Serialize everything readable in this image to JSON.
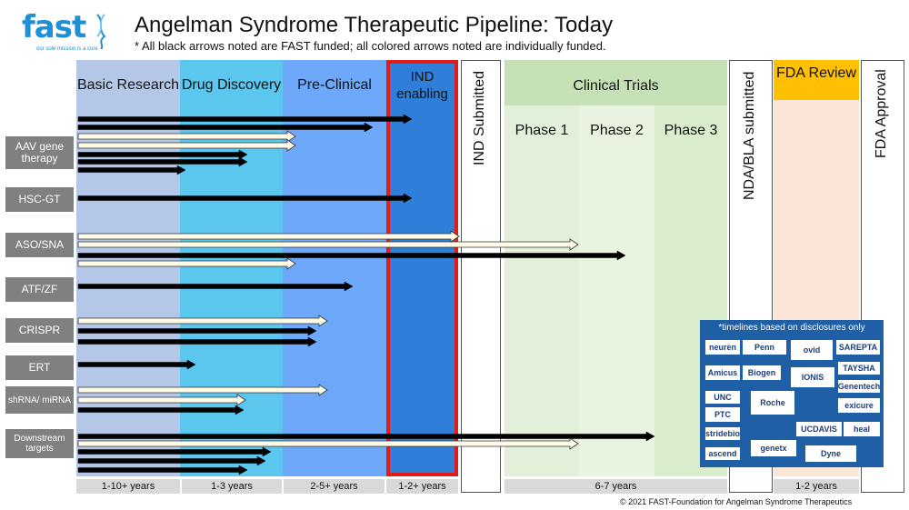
{
  "header": {
    "logo_text": "fast",
    "logo_tagline": "our sole mission is a cure",
    "title": "Angelman Syndrome Therapeutic Pipeline: Today",
    "subtitle": "* All black arrows noted are FAST funded; all colored arrows noted are individually funded."
  },
  "stages": {
    "basic_research": "Basic Research",
    "drug_discovery": "Drug Discovery",
    "pre_clinical": "Pre-Clinical",
    "ind_enabling": "IND enabling",
    "ind_submitted": "IND Submitted",
    "clinical_trials": "Clinical Trials",
    "phase1": "Phase 1",
    "phase2": "Phase 2",
    "phase3": "Phase 3",
    "nda_bla": "NDA/BLA submitted",
    "fda_review": "FDA Review",
    "fda_approval": "FDA Approval"
  },
  "durations": {
    "basic_research": "1-10+ years",
    "drug_discovery": "1-3 years",
    "pre_clinical": "2-5+ years",
    "ind_enabling": "1-2+ years",
    "clinical": "6-7 years",
    "fda_review": "1-2 years"
  },
  "therapies": [
    {
      "label": "AAV gene therapy",
      "arrows": [
        {
          "end": "ind_enabling",
          "fill": "black"
        },
        {
          "end": "ind_enabling_early",
          "fill": "black"
        },
        {
          "end": "pre_clinical_early",
          "fill": "light"
        },
        {
          "end": "pre_clinical_early",
          "fill": "light"
        },
        {
          "end": "drug_discovery",
          "fill": "black"
        },
        {
          "end": "drug_discovery",
          "fill": "black"
        },
        {
          "end": "basic_research",
          "fill": "black"
        }
      ]
    },
    {
      "label": "HSC-GT",
      "arrows": [
        {
          "end": "ind_enabling",
          "fill": "black"
        }
      ]
    },
    {
      "label": "ASO/SNA",
      "arrows": [
        {
          "end": "ind_submitted",
          "fill": "light"
        },
        {
          "end": "phase1",
          "fill": "light"
        },
        {
          "end": "phase1",
          "fill": "black"
        },
        {
          "end": "pre_clinical_early",
          "fill": "light"
        }
      ]
    },
    {
      "label": "ATF/ZF",
      "arrows": [
        {
          "end": "pre_clinical",
          "fill": "black"
        }
      ]
    },
    {
      "label": "CRISPR",
      "arrows": [
        {
          "end": "pre_clinical",
          "fill": "light"
        },
        {
          "end": "pre_clinical",
          "fill": "black"
        },
        {
          "end": "pre_clinical",
          "fill": "black"
        }
      ]
    },
    {
      "label": "ERT",
      "arrows": [
        {
          "end": "drug_discovery_early",
          "fill": "black"
        }
      ]
    },
    {
      "label": "shRNA/ miRNA",
      "arrows": [
        {
          "end": "pre_clinical",
          "fill": "light"
        },
        {
          "end": "drug_discovery",
          "fill": "light"
        },
        {
          "end": "drug_discovery",
          "fill": "black"
        }
      ]
    },
    {
      "label": "Downstream targets",
      "arrows": [
        {
          "end": "phase2",
          "fill": "black"
        },
        {
          "end": "phase1",
          "fill": "light"
        },
        {
          "end": "drug_discovery",
          "fill": "black"
        },
        {
          "end": "drug_discovery",
          "fill": "black"
        },
        {
          "end": "drug_discovery",
          "fill": "black"
        }
      ]
    }
  ],
  "legend": {
    "note": "*timelines based on disclosures only",
    "logos": [
      "neuren",
      "Penn",
      "ovid",
      "SAREPTA",
      "Amicus",
      "Biogen",
      "IONIS",
      "TAYSHA",
      "UNC",
      "Roche",
      "Genentech",
      "PTC",
      "exicure",
      "stridebio",
      "UCDAVIS",
      "heal",
      "ascend",
      "genetx",
      "Dyne"
    ]
  },
  "colors": {
    "basic_research": "#b4c7e7",
    "drug_discovery": "#5bc6ee",
    "pre_clinical": "#6ea8fa",
    "ind_enabling": "#2f7fd8",
    "ind_border": "#e31b1b",
    "clinical": "#e2f0d9",
    "clinical_header": "#c5e0b4",
    "fda_review": "#fbe5d6",
    "fda_header": "#ffc000",
    "arrow_black": "#000000",
    "arrow_light": "#fffbe6"
  },
  "copyright": "© 2021 FAST-Foundation for Angelman Syndrome Therapeutics"
}
